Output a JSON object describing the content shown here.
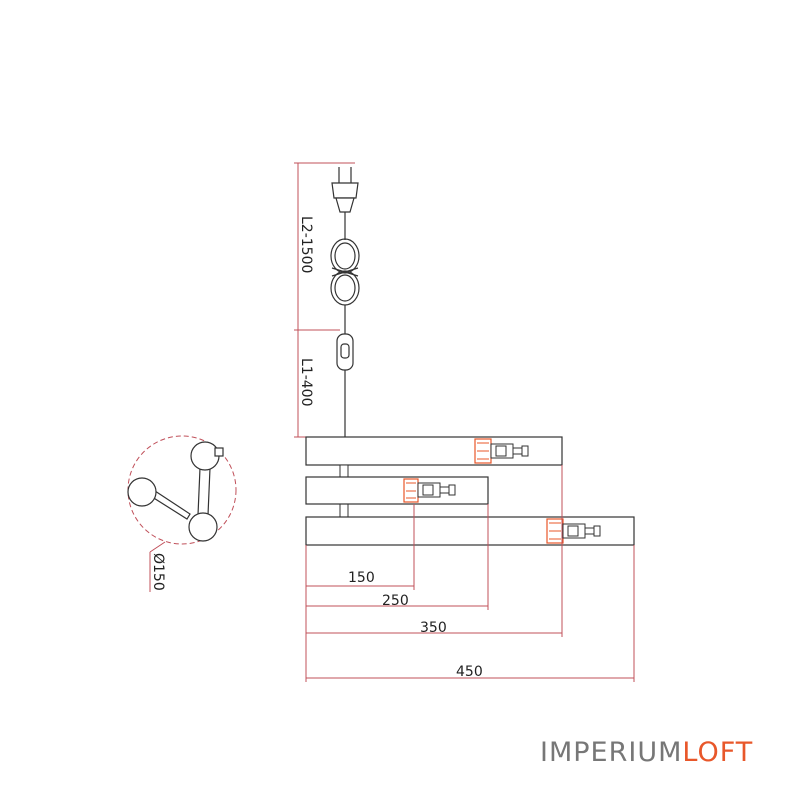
{
  "drawing": {
    "dimensions": {
      "cord_l2": "L2-1500",
      "cord_l1": "L1-400",
      "diameter": "Ø150",
      "arm_1": "150",
      "arm_2": "250",
      "arm_3": "350",
      "overall": "450"
    },
    "colors": {
      "line": "#333333",
      "dim_line": "#c0505a",
      "accent": "#e8572a",
      "logo_gray": "#777777"
    }
  },
  "logo": {
    "part1": "IMPERIUM",
    "part2": "LOFT"
  }
}
